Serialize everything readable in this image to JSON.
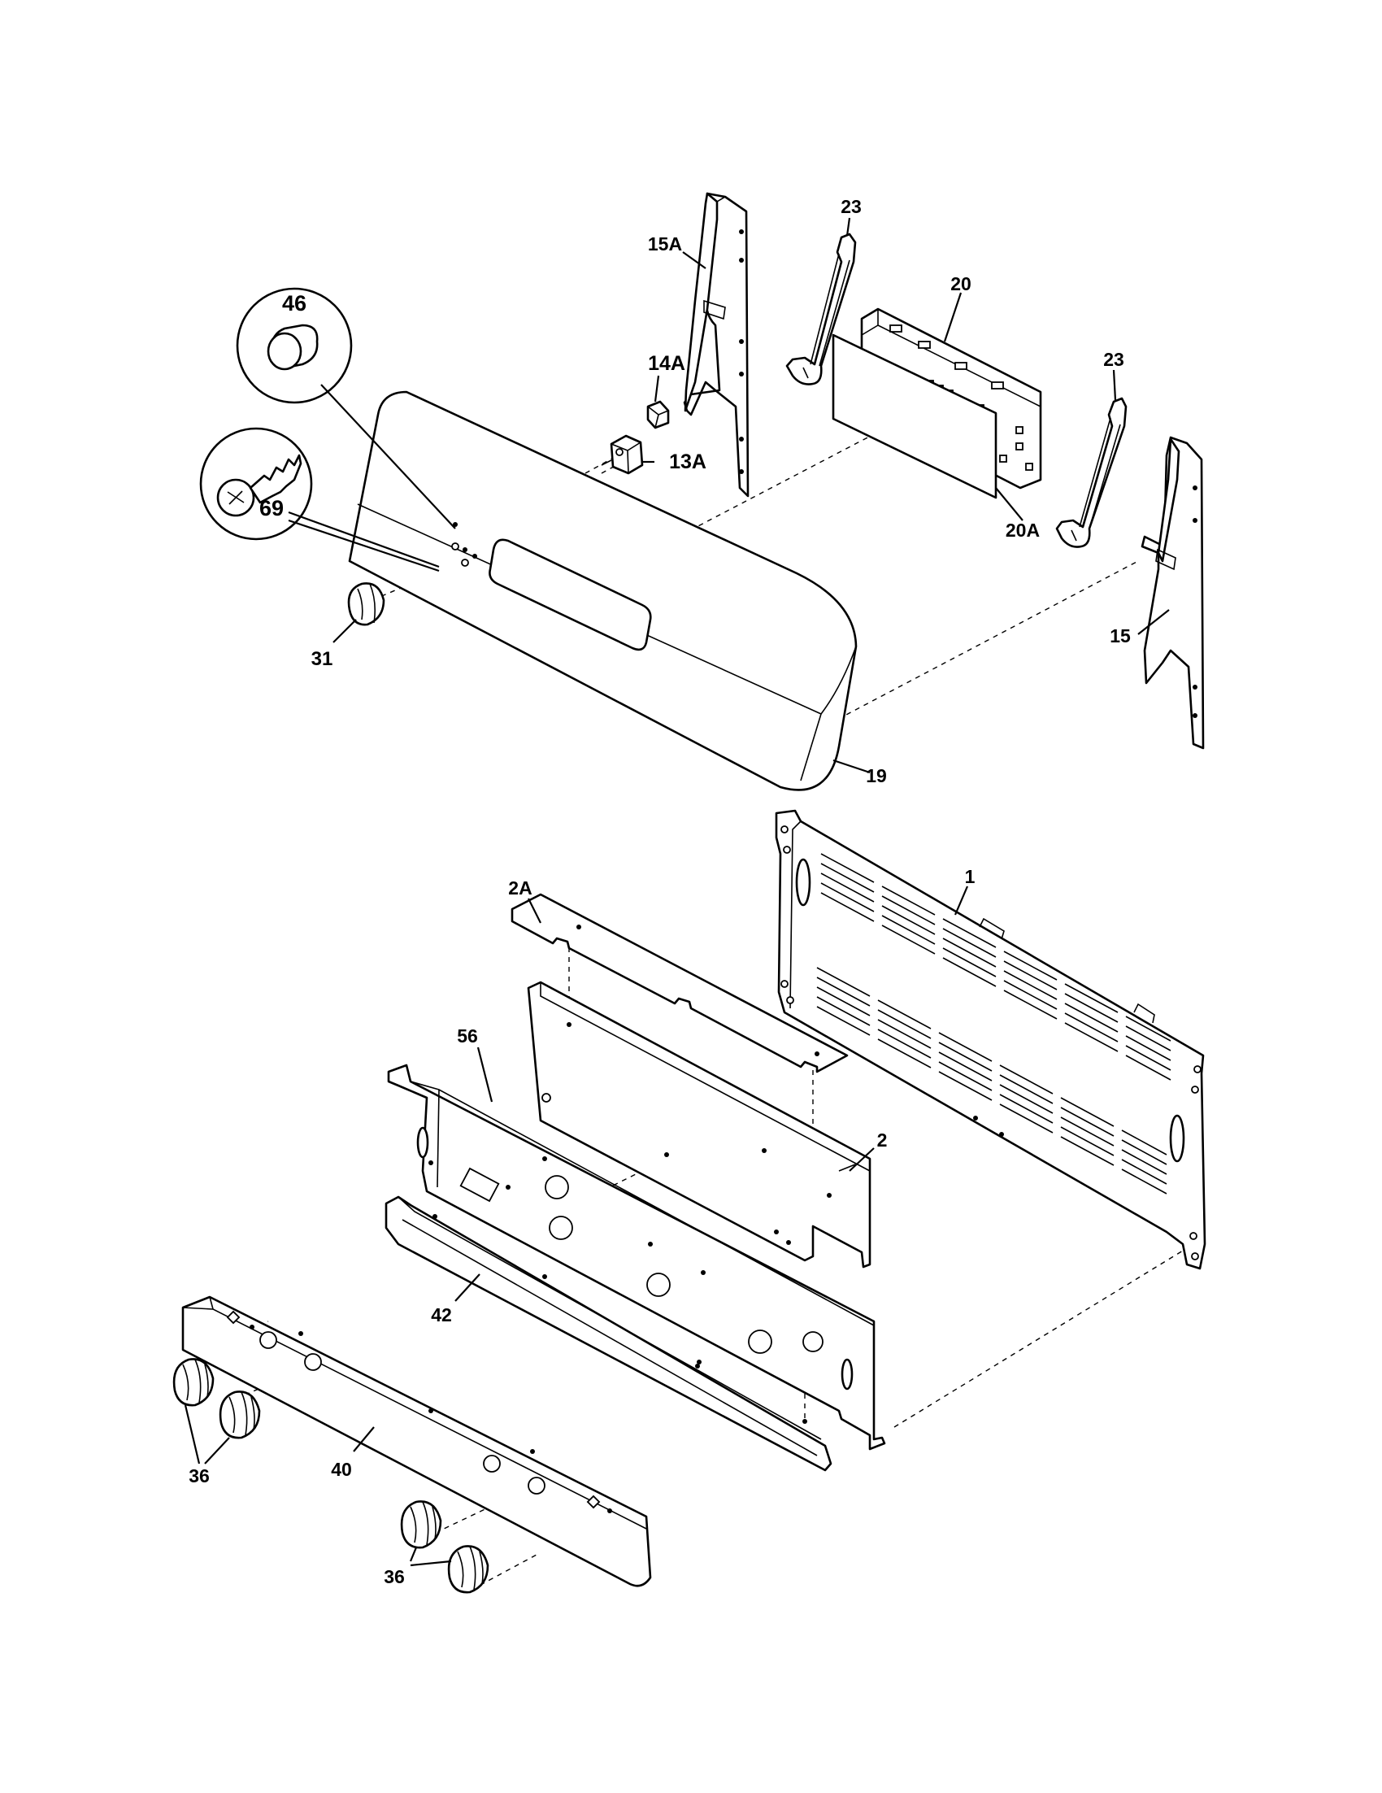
{
  "labels": {
    "p1": "1",
    "p2": "2",
    "p2A": "2A",
    "p13A": "13A",
    "p14A": "14A",
    "p15": "15",
    "p15A": "15A",
    "p19": "19",
    "p20": "20",
    "p20A": "20A",
    "p23a": "23",
    "p23b": "23",
    "p31": "31",
    "p36a": "36",
    "p36b": "36",
    "p40": "40",
    "p42": "42",
    "p46": "46",
    "p56": "56",
    "p69": "69"
  }
}
